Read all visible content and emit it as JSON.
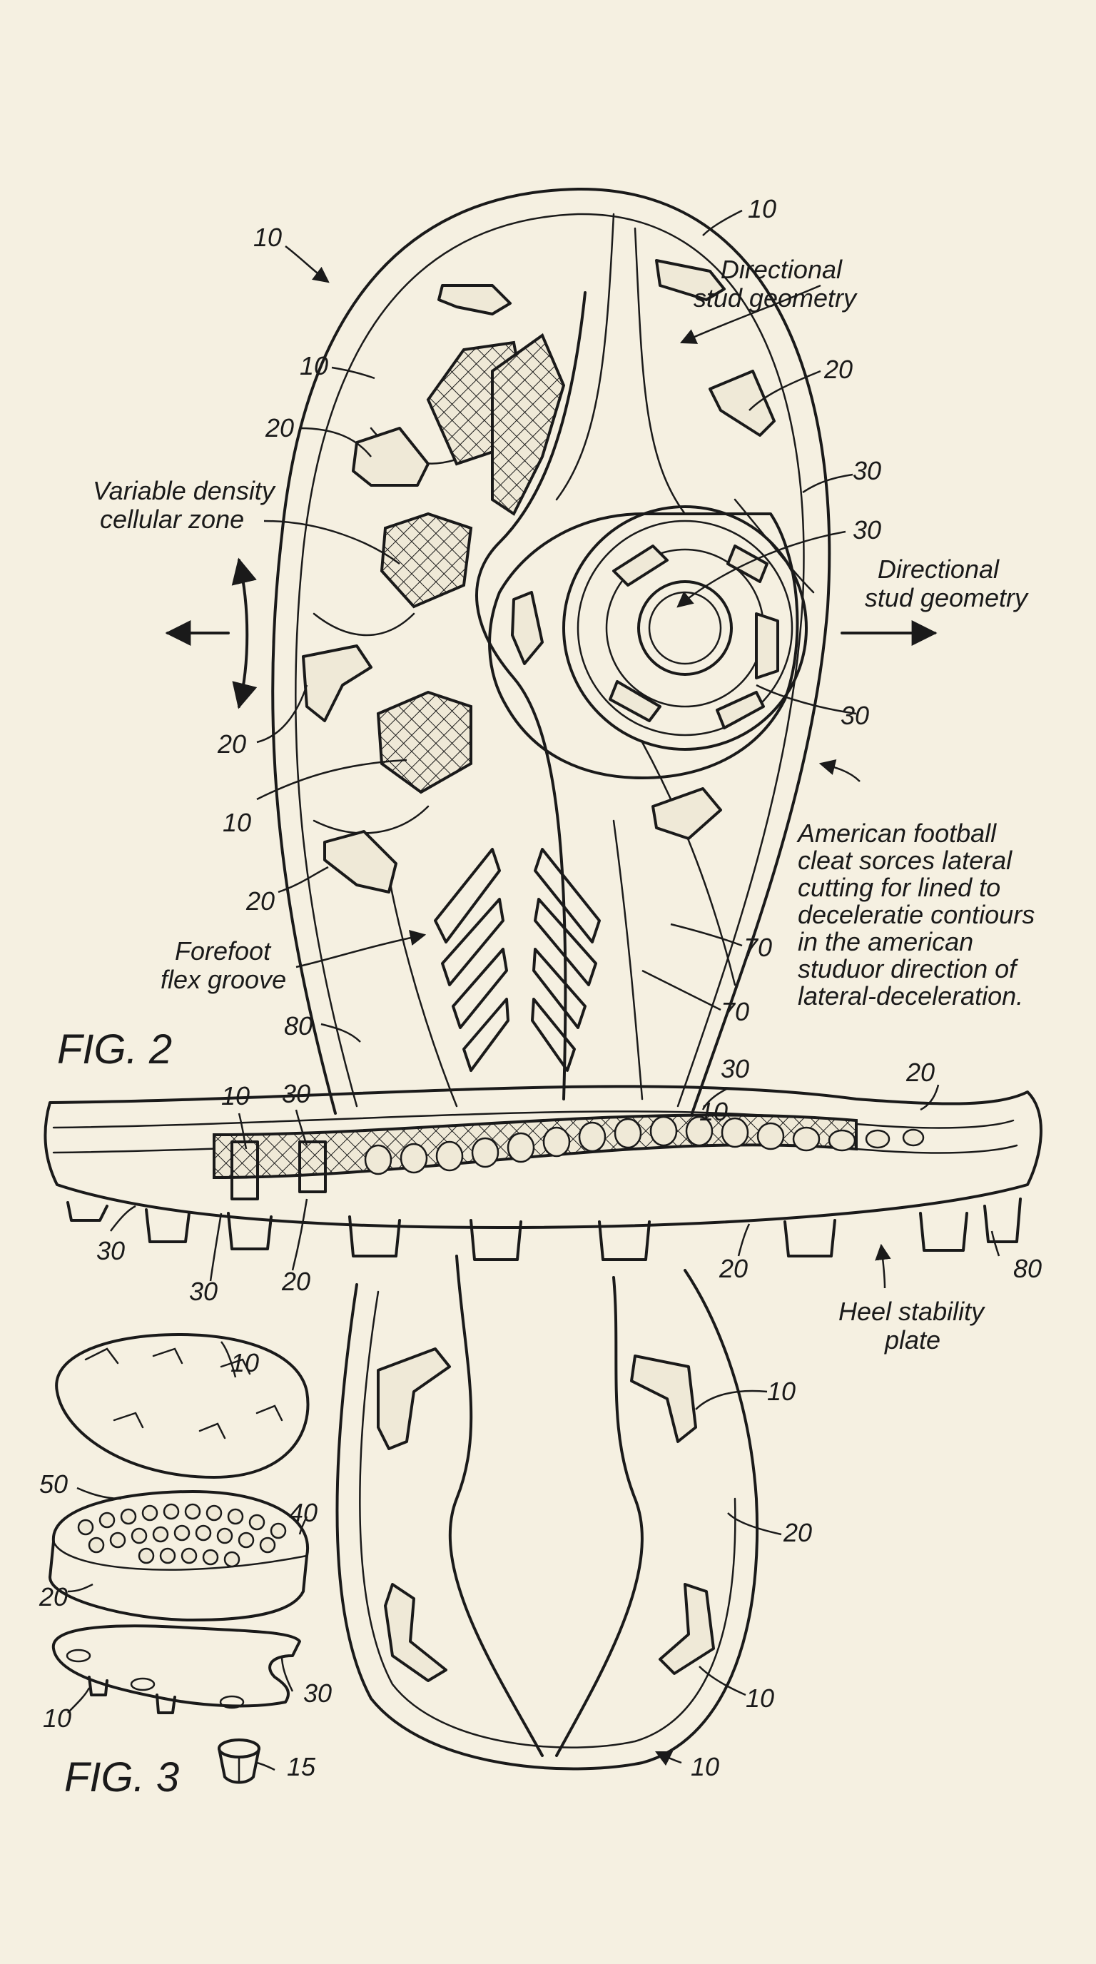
{
  "figures": {
    "fig2": "FIG. 2",
    "fig3": "FIG. 3"
  },
  "callouts": {
    "directional_stud_geometry_top": [
      "Directional",
      "stud geometry"
    ],
    "directional_stud_geometry_right": [
      "Directional",
      "stud geometry"
    ],
    "variable_density": [
      "Variable density",
      "cellular zone"
    ],
    "forefoot_flex": [
      "Forefoot",
      "flex groove"
    ],
    "heel_stability": [
      "Heel stability",
      "plate"
    ],
    "description": [
      "American football",
      "cleat sorces lateral",
      "cutting for lined to",
      "deceleratie contiours",
      "in the american",
      "studuor direction of",
      "lateral-deceleration."
    ]
  },
  "numerals": {
    "top_sole": [
      "10",
      "10",
      "20",
      "10",
      "20",
      "30",
      "30",
      "30",
      "20",
      "10",
      "20",
      "80",
      "70",
      "70",
      "10"
    ],
    "side_profile": [
      "10",
      "30",
      "30",
      "20",
      "30",
      "30",
      "20",
      "20",
      "80"
    ],
    "heel": [
      "10",
      "20",
      "10",
      "10"
    ],
    "exploded": [
      "10",
      "50",
      "40",
      "20",
      "30",
      "10",
      "15"
    ]
  },
  "palette": {
    "paper": "#f5f0e1",
    "ink": "#1a1a1a"
  }
}
